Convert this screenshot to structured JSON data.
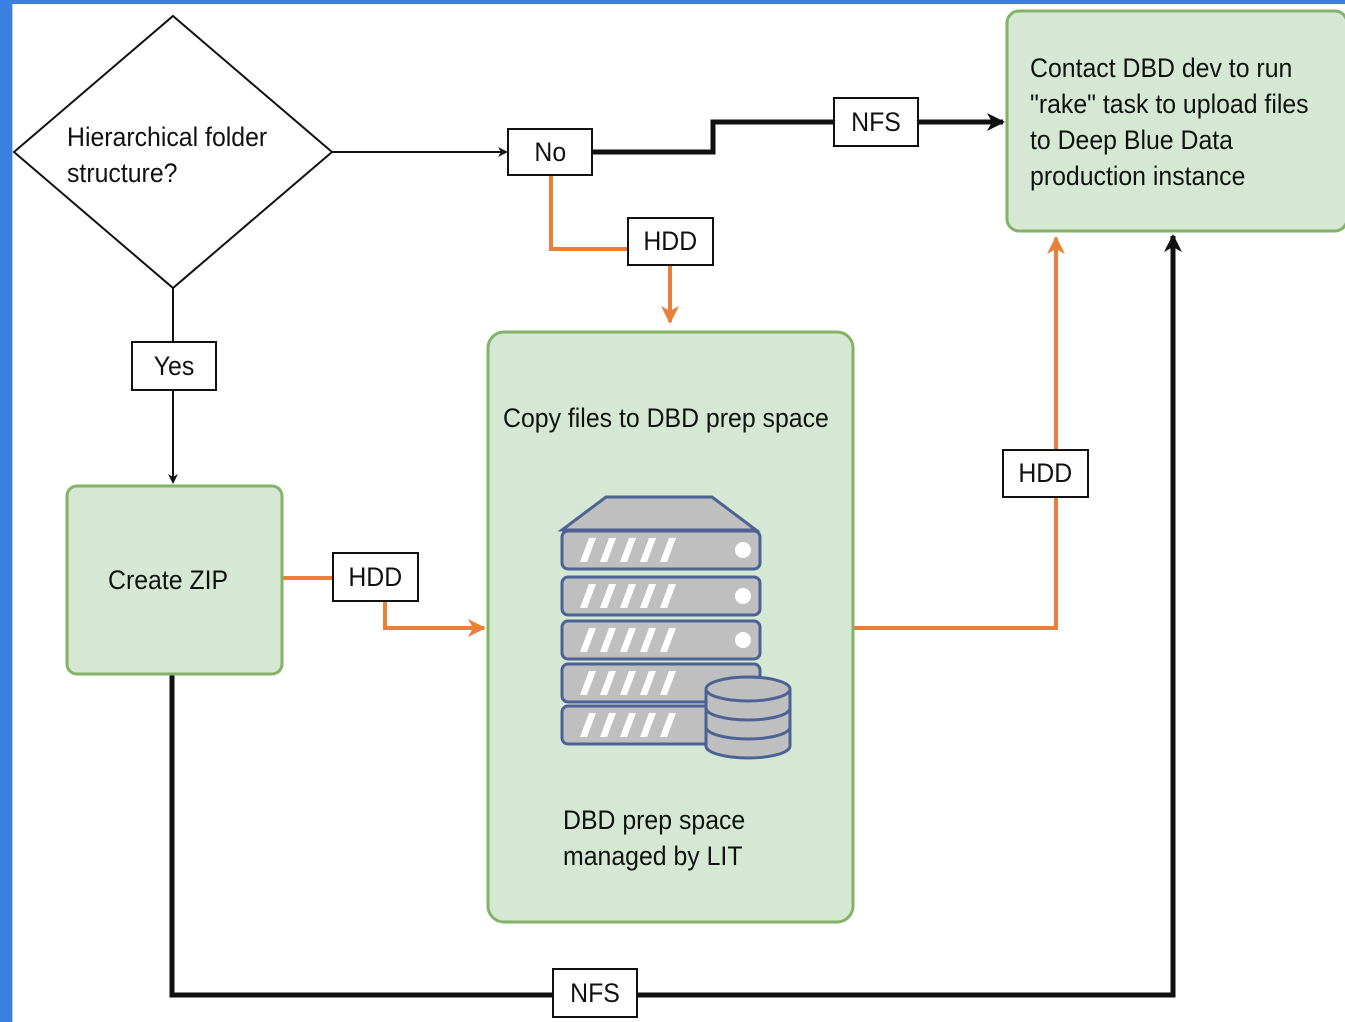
{
  "decision": {
    "line1": "Hierarchical folder",
    "line2": "structure?"
  },
  "labels": {
    "no": "No",
    "yes": "Yes",
    "nfs_top": "NFS",
    "hdd_top": "HDD",
    "hdd_mid": "HDD",
    "hdd_right": "HDD",
    "nfs_bottom": "NFS"
  },
  "zip_box": {
    "label": "Create ZIP"
  },
  "prep_box": {
    "title": "Copy files to DBD prep space",
    "caption_line1": "DBD prep space",
    "caption_line2": "managed by LIT",
    "icon": "server-database-icon"
  },
  "contact_box": {
    "line1": "Contact DBD dev to run",
    "line2": "\"rake\" task to upload files",
    "line3": "to Deep Blue Data",
    "line4": "production instance"
  },
  "colors": {
    "box_fill": "#d5e8d4",
    "box_stroke": "#82b366",
    "orange": "#e8803a",
    "black": "#111111",
    "background_accent": "#3b7fe0"
  }
}
